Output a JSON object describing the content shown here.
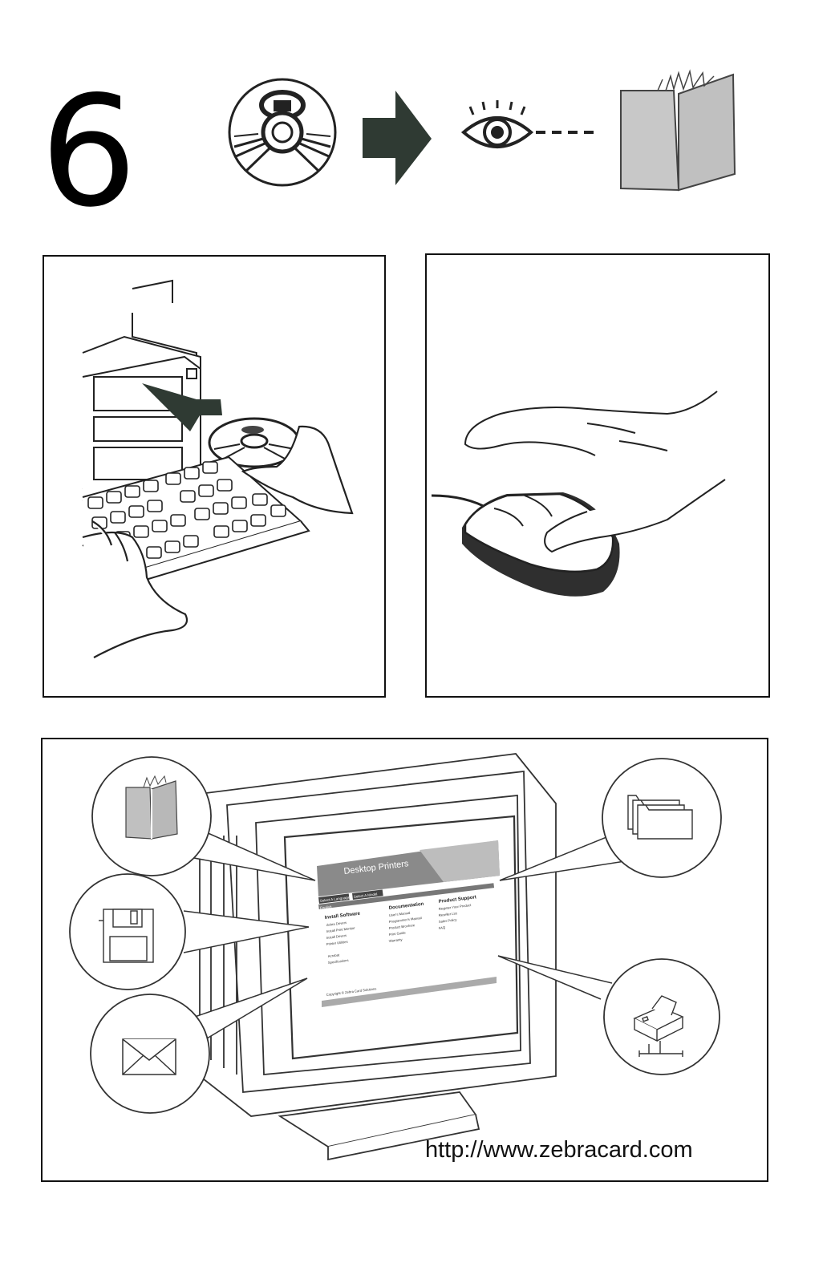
{
  "step": {
    "number": "6"
  },
  "top_strip": {
    "icons": [
      "cd-icon",
      "arrow-right-icon",
      "eye-icon",
      "dashed-line",
      "manual-book-icon"
    ]
  },
  "panels": {
    "insert_cd": {
      "icons": [
        "computer-tower",
        "cd-disc",
        "insert-arrow",
        "keyboard",
        "hand"
      ]
    },
    "mouse": {
      "icons": [
        "mouse",
        "hand"
      ]
    },
    "monitor": {
      "screen": {
        "title": "Desktop Printers",
        "tabs": [
          "Select A Language",
          "Select A Model"
        ],
        "subtab": "English",
        "columns": [
          {
            "heading": "Install Software",
            "items": [
              "Zebra Drivers",
              "Install Print Monitor",
              "Install Drivers",
              "Printer Utilities",
              "Acrobat",
              "Specifications"
            ]
          },
          {
            "heading": "Documentation",
            "items": [
              "User's Manual",
              "Programmer's Manual",
              "Product Brochure",
              "Print Guide",
              "Warranty"
            ]
          },
          {
            "heading": "Product Support",
            "items": [
              "Register Your Product",
              "Reseller List",
              "Sales Policy",
              "FAQ"
            ]
          }
        ],
        "footer": "Copyright © Zebra Card Solutions"
      },
      "callouts": [
        "manual-book-icon",
        "floppy-disk-icon",
        "envelope-icon",
        "folders-icon",
        "network-printer-icon"
      ]
    }
  },
  "url": "http://www.zebracard.com"
}
